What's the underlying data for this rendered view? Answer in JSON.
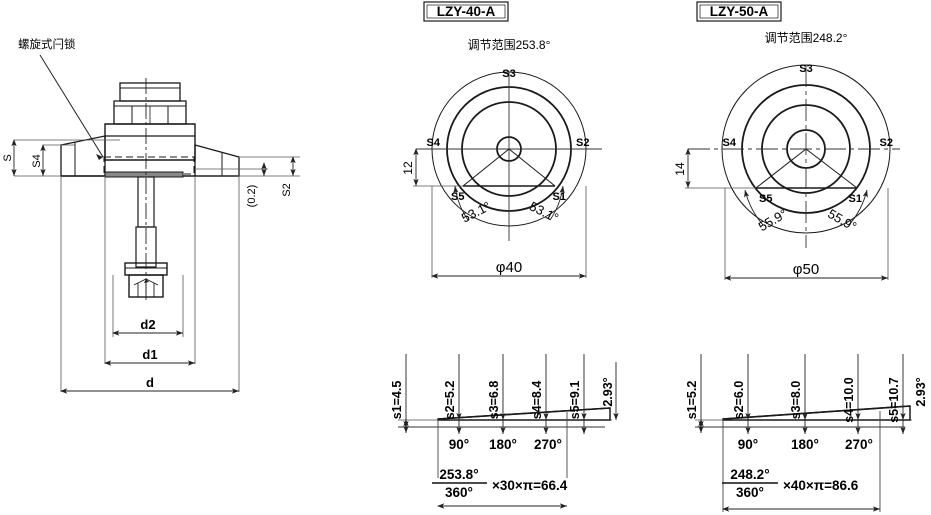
{
  "left_drawing": {
    "callout_label": "螺旋式闩锁",
    "dimensions": {
      "s": "S",
      "s4": "S4",
      "s2": "S2",
      "clearance": "(0.2)",
      "d2": "d2",
      "d1": "d1",
      "d": "d"
    }
  },
  "models": [
    {
      "title": "LZY-40-A",
      "range_label": "调节范围253.8°",
      "diameter_label": "φ40",
      "offset_dim": "12",
      "angle_left": "53.1°",
      "angle_right": "53.1°",
      "markers": [
        "S1",
        "S2",
        "S3",
        "S4",
        "S5"
      ],
      "wedge": {
        "step_labels": [
          "s1=4.5",
          "s2=5.2",
          "s3=6.8",
          "s4=8.4",
          "s5=9.1"
        ],
        "step_values": [
          4.5,
          5.2,
          6.8,
          8.4,
          9.1
        ],
        "angle_ticks": [
          "90°",
          "180°",
          "270°"
        ],
        "slope_angle": "2.93°",
        "formula_numerator": "253.8°",
        "formula_denominator": "360°",
        "formula_tail": "×30×π=66.4"
      }
    },
    {
      "title": "LZY-50-A",
      "range_label": "调节范围248.2°",
      "diameter_label": "φ50",
      "offset_dim": "14",
      "angle_left": "55.9°",
      "angle_right": "55.9°",
      "markers": [
        "S1",
        "S2",
        "S3",
        "S4",
        "S5"
      ],
      "wedge": {
        "step_labels": [
          "s1=5.2",
          "s2=6.0",
          "s3=8.0",
          "s4=10.0",
          "s5=10.7"
        ],
        "step_values": [
          5.2,
          6.0,
          8.0,
          10.0,
          10.7
        ],
        "angle_ticks": [
          "90°",
          "180°",
          "270°"
        ],
        "slope_angle": "2.93°",
        "formula_numerator": "248.2°",
        "formula_denominator": "360°",
        "formula_tail": "×40×π=86.6"
      }
    }
  ],
  "colors": {
    "line": "#1a1a1a",
    "thin": "#444444",
    "dim": "#555555"
  }
}
